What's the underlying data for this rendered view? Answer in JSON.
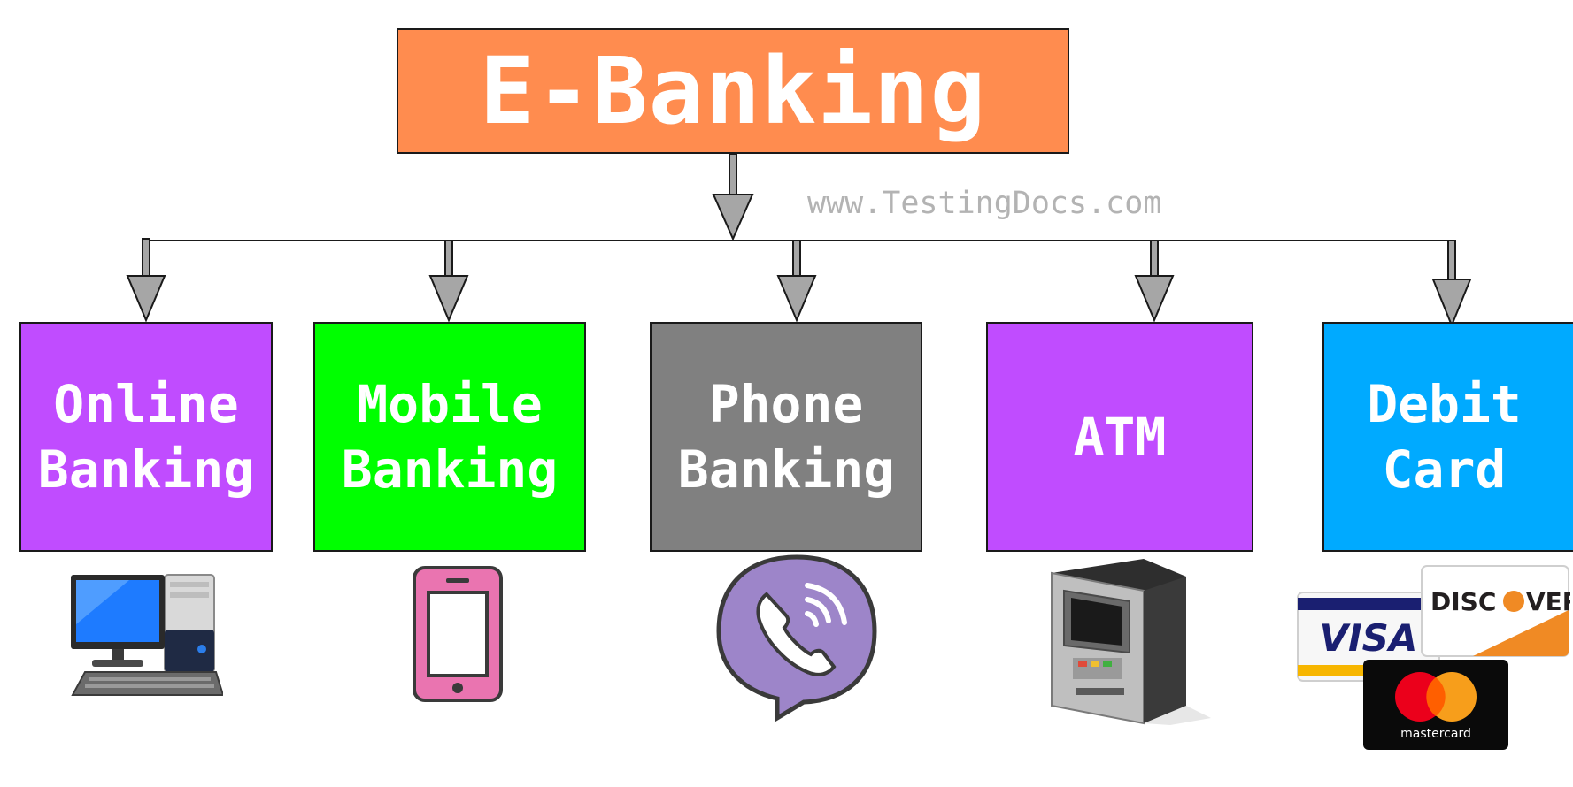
{
  "title": "E-Banking",
  "watermark": "www.TestingDocs.com",
  "colors": {
    "root": "#ff8c4f",
    "online_banking": "#c04cff",
    "mobile_banking": "#00ff00",
    "phone_banking": "#808080",
    "atm": "#c04cff",
    "debit_card": "#00aaff",
    "arrow_fill": "#a6a6a6"
  },
  "children": [
    {
      "line1": "Online",
      "line2": "Banking",
      "icon": "desktop-computer-icon"
    },
    {
      "line1": "Mobile",
      "line2": "Banking",
      "icon": "smartphone-icon"
    },
    {
      "line1": "Phone",
      "line2": "Banking",
      "icon": "phone-chat-icon"
    },
    {
      "line1": "ATM",
      "line2": "",
      "icon": "atm-machine-icon"
    },
    {
      "line1": "Debit",
      "line2": "Card",
      "icon": "payment-cards-icon"
    }
  ],
  "cards": {
    "visa": "VISA",
    "discover_left": "DISC",
    "discover_right": "VER",
    "mastercard": "mastercard"
  }
}
